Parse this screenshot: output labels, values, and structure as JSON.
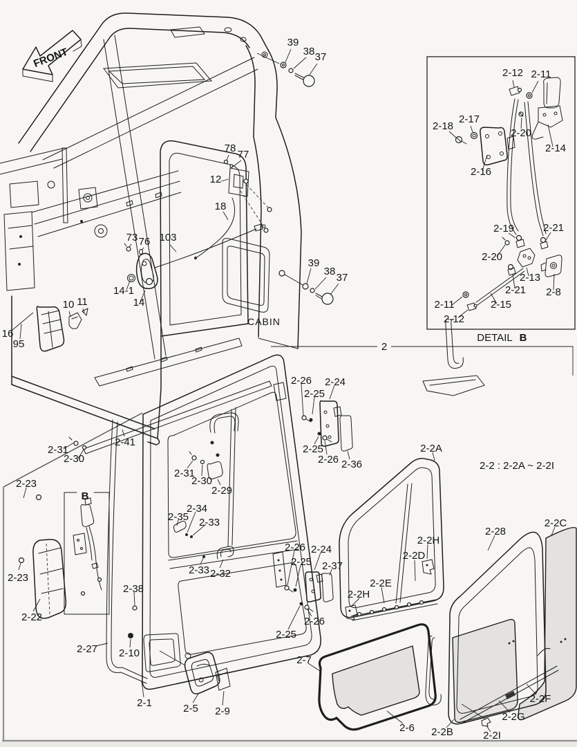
{
  "page": {
    "background": "#f7f6f3",
    "line_color": "#1d1d1d",
    "glass_color": "#e3e2df",
    "panel_border": "#8f8f8f"
  },
  "front_arrow": {
    "label": "FRONT"
  },
  "cabin": {
    "caption": "CABIN",
    "labels": {
      "n39a": "39",
      "n38a": "38",
      "n37a": "37",
      "n78": "78",
      "n77": "77",
      "n12": "12",
      "n18": "18",
      "n73": "73",
      "n76": "76",
      "n103": "103",
      "n14_1": "14-1",
      "n14": "14",
      "n10": "10",
      "n11": "11",
      "n16": "16",
      "n95": "95",
      "n39b": "39",
      "n38b": "38",
      "n37b": "37"
    }
  },
  "detail_b": {
    "caption_word": "DETAIL",
    "caption_letter": "B",
    "labels": {
      "a2_12": "2-12",
      "a2_11": "2-11",
      "a2_18": "2-18",
      "a2_17": "2-17",
      "a2_20": "2-20",
      "a2_14": "2-14",
      "a2_16": "2-16",
      "a2_19": "2-19",
      "a2_21": "2-21",
      "b2_20": "2-20",
      "a2_13": "2-13",
      "b2_21": "2-21",
      "a2_8": "2-8",
      "b2_11": "2-11",
      "a2_15": "2-15",
      "b2_12": "2-12"
    }
  },
  "door": {
    "assembly_label": "2",
    "range_note": "2-2 : 2-2A ~ 2-2I",
    "inset_letter": "B",
    "labels": {
      "h26a": "2-26",
      "h25a": "2-25",
      "h24a": "2-24",
      "h25b": "2-25",
      "h26b": "2-26",
      "h36": "2-36",
      "s41": "2-41",
      "s31a": "2-31",
      "s30a": "2-30",
      "s31b": "2-31",
      "s30b": "2-30",
      "s29": "2-29",
      "s23a": "2-23",
      "s35": "2-35",
      "s34": "2-34",
      "s33a": "2-33",
      "s33b": "2-33",
      "s32": "2-32",
      "s38": "2-38",
      "s23b": "2-23",
      "s22": "2-22",
      "s27": "2-27",
      "s10": "2-10",
      "h26c": "2-26",
      "h25c": "2-25",
      "h24b": "2-24",
      "h37": "2-37",
      "h26d": "2-26",
      "h25d": "2-25",
      "p1": "2-1",
      "p5": "2-5",
      "p9": "2-9",
      "g2a": "2-2A",
      "g2h1": "2-2H",
      "g2d": "2-2D",
      "g2e": "2-2E",
      "g2h2": "2-2H",
      "g28": "2-28",
      "g2c": "2-2C",
      "g7": "2-7",
      "g6": "2-6",
      "g2b": "2-2B",
      "g2i": "2-2I",
      "g2g": "2-2G",
      "g2f": "2-2F"
    }
  }
}
